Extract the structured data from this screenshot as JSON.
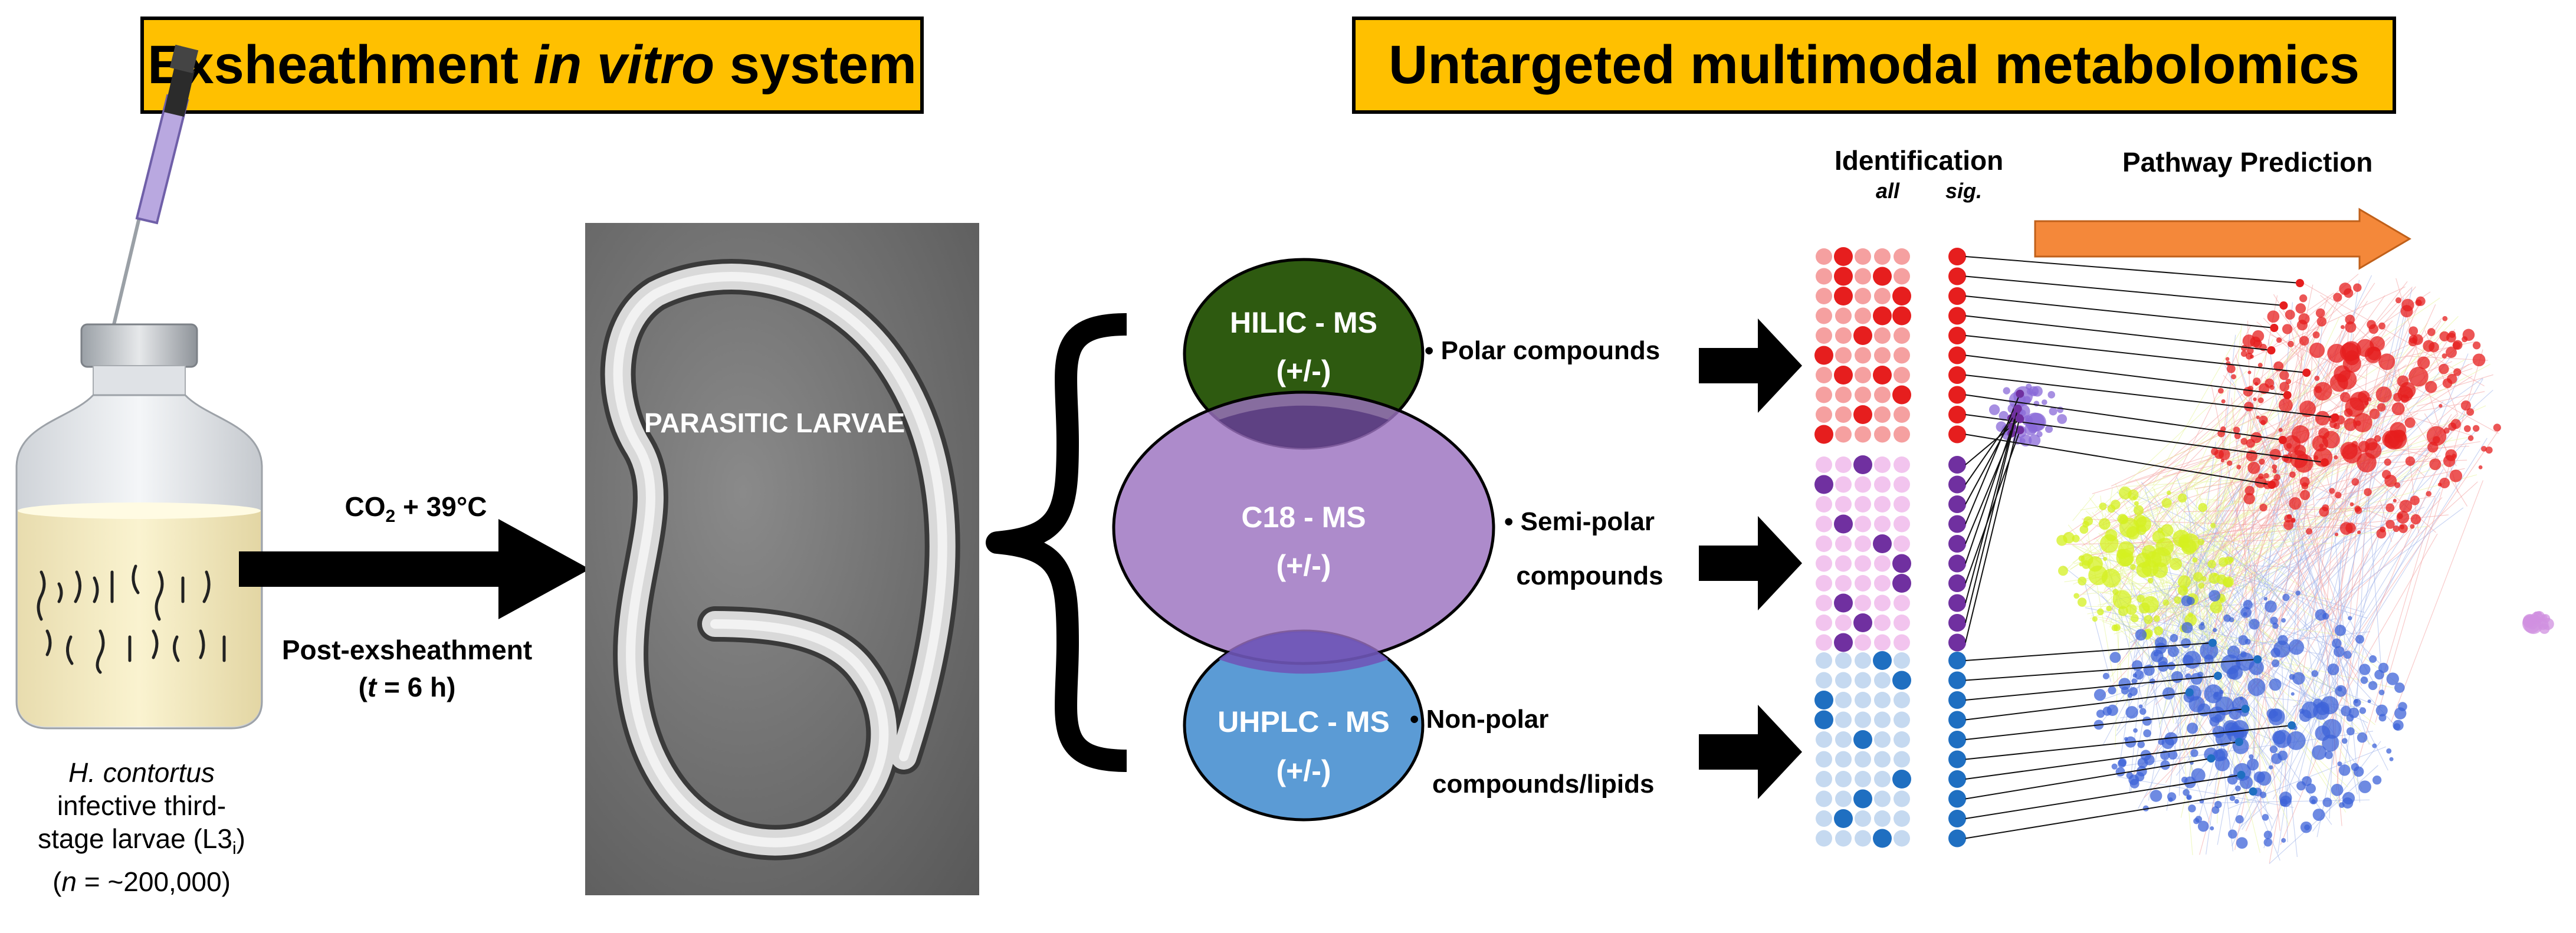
{
  "left_banner": {
    "text_before": "Exsheathment ",
    "text_italic": "in vitro",
    "text_after": " system"
  },
  "right_banner": {
    "text": "Untargeted multimodal metabolomics"
  },
  "condition": {
    "co2_main": "CO",
    "co2_sub": "2",
    "co2_rest": " + 39°C",
    "line2": "Post-exsheathment",
    "t_open": "(",
    "t_var": "t",
    "t_rest": " = 6 h)"
  },
  "sem_label": "PARASITIC LARVAE",
  "caption": {
    "species": "H. contortus",
    "line2": "infective third-",
    "line3_a": "stage larvae (L3",
    "line3_sub": "i",
    "line3_b": ")",
    "n_open": "(",
    "n_var": "n",
    "n_rest": " = ~200,000)"
  },
  "methods": [
    {
      "name": "HILIC - MS",
      "mode": "(+/-)",
      "color": "#2e5a10",
      "target": "Polar compounds"
    },
    {
      "name": "C18 - MS",
      "mode": "(+/-)",
      "color": "#9b72c0",
      "target_line1": "Semi-polar",
      "target_line2": "compounds"
    },
    {
      "name": "UHPLC - MS",
      "mode": "(+/-)",
      "color": "#5b9bd5",
      "target_line1": "Non-polar",
      "target_line2": "compounds/lipids"
    }
  ],
  "identification": {
    "title": "Identification",
    "all_label": "all",
    "sig_label": "sig."
  },
  "pathway": {
    "title": "Pathway Prediction",
    "arrow_color": "#f4883a"
  },
  "colors": {
    "red": "#e61e1e",
    "red_light": "#f5a0a0",
    "purple": "#7030a0",
    "purple_light": "#f2c4ee",
    "blue": "#1f6fc1",
    "blue_light": "#c5d9f0",
    "lime": "#d4f020",
    "net_blue": "#3d63d8"
  }
}
